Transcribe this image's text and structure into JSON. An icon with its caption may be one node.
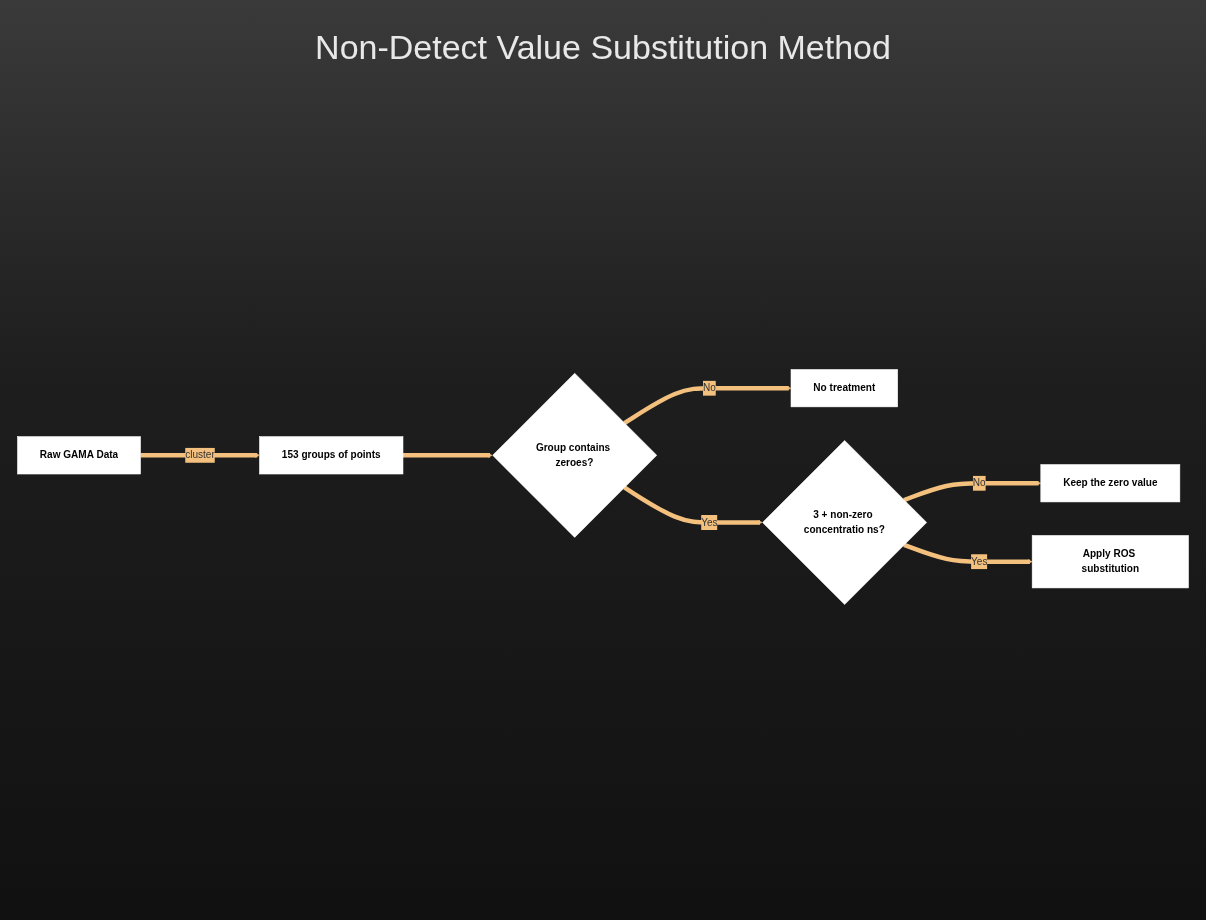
{
  "diagram": {
    "title": "Non-Detect Value Substitution Method",
    "nodes": [
      {
        "text": [
          "Raw GAMA Data"
        ]
      },
      {
        "text": [
          "153 groups of points"
        ]
      },
      {
        "text": [
          "Group contains zeroes?"
        ]
      },
      {
        "text": [
          "No treatment"
        ]
      },
      {
        "text": [
          "3 + non-zero concentratio ns?"
        ]
      },
      {
        "text": [
          "Keep the zero value"
        ]
      },
      {
        "text": [
          "Apply ROS substitution"
        ]
      }
    ],
    "edges": [
      {
        "from": 0,
        "to": 1,
        "arrow": "to",
        "label": "cluster"
      },
      {
        "from": 1,
        "to": 2,
        "arrow": "to"
      },
      {
        "from": 2,
        "to": 3,
        "arrow": "to",
        "label": "No"
      },
      {
        "from": 2,
        "to": 4,
        "arrow": "to",
        "label": "Yes"
      },
      {
        "from": 4,
        "to": 5,
        "arrow": "to",
        "label": "No"
      },
      {
        "from": 4,
        "to": 6,
        "arrow": "to",
        "label": "Yes"
      }
    ]
  }
}
